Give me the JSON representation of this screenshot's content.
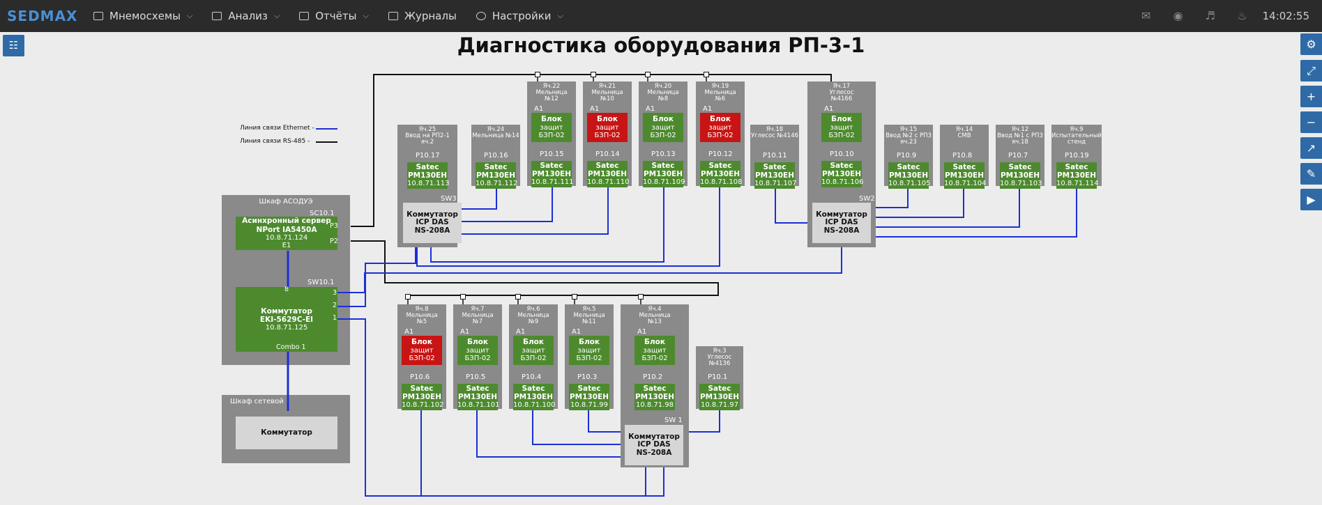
{
  "app": {
    "logo": "SEDMAX",
    "time": "14:02:55"
  },
  "menu": [
    "Мнемосхемы",
    "Анализ",
    "Отчёты",
    "Журналы",
    "Настройки"
  ],
  "title": "Диагностика оборудования РП-3-1",
  "legend": {
    "ethernet": "Линия связи Ethernet -",
    "rs485": "Линия связи RS-485 -"
  },
  "asodue": {
    "title": "Шкаф АСОДУЭ",
    "sc": "SC10.1",
    "server1": "Асинхронный сервер",
    "server2": "NPort IA5450A",
    "server_ip": "10.8.71.124",
    "e1": "E1",
    "p3": "P3",
    "p2": "P2",
    "sw": "SW10.1",
    "sw_name1": "Коммутатор",
    "sw_name2": "EKI-5629C-EI",
    "sw_ip": "10.8.71.125",
    "combo": "Combo 1",
    "p8": "8",
    "p3b": "3",
    "p2b": "2",
    "p1b": "1"
  },
  "net": {
    "title": "Шкаф сетевой",
    "sw": "Коммутатор"
  },
  "sw_label": {
    "line1": "Коммутатор",
    "line2": "ICP DAS",
    "line3": "NS-208A"
  },
  "blk": {
    "l1": "Блок",
    "l2": "защит",
    "l3": "БЗП-02",
    "a1": "A1"
  },
  "satec": {
    "l1": "Satec",
    "l2": "PM130EH"
  },
  "switches": [
    {
      "id": "SW3"
    },
    {
      "id": "SW2"
    },
    {
      "id": "SW 1"
    }
  ],
  "cells": [
    {
      "name": "Яч.25\nВвод на РП2-1\nяч.2",
      "p": "P10.17",
      "ip": "10.8.71.113"
    },
    {
      "name": "Яч.24\nМельница №14",
      "p": "P10.16",
      "ip": "10.8.71.112"
    },
    {
      "name": "Яч.22\nМельница\n№12",
      "p": "P10.15",
      "ip": "10.8.71.111"
    },
    {
      "name": "Яч.21\nМельница\n№10",
      "p": "P10.14",
      "ip": "10.8.71.110"
    },
    {
      "name": "Яч.20\nМельница\n№8",
      "p": "P10.13",
      "ip": "10.8.71.109"
    },
    {
      "name": "Яч.19\nМельница\n№6",
      "p": "P10.12",
      "ip": "10.8.71.108"
    },
    {
      "name": "Яч.18\nУглесос №4146",
      "p": "P10.11",
      "ip": "10.8.71.107"
    },
    {
      "name": "Яч.17\nУглесос\n№4166",
      "p": "P10.10",
      "ip": "10.8.71.106"
    },
    {
      "name": "Яч.15\nВвод №2 с РП3\nяч.23",
      "p": "P10.9",
      "ip": "10.8.71.105"
    },
    {
      "name": "Яч.14\nСМВ",
      "p": "P10.8",
      "ip": "10.8.71.104"
    },
    {
      "name": "Яч.12\nВвод №1 с РП3\nяч.18",
      "p": "P10.7",
      "ip": "10.8.71.103"
    },
    {
      "name": "Яч.9\nИспытательный\nстенд",
      "p": "P10.19",
      "ip": "10.8.71.114"
    },
    {
      "name": "Яч.8\nМельница\n№5",
      "p": "P10.6",
      "ip": "10.8.71.102"
    },
    {
      "name": "Яч.7\nМельница\n№7",
      "p": "P10.5",
      "ip": "10.8.71.101"
    },
    {
      "name": "Яч.6\nМельница\n№9",
      "p": "P10.4",
      "ip": "10.8.71.100"
    },
    {
      "name": "Яч.5\nМельница\n№11",
      "p": "P10.3",
      "ip": "10.8.71.99"
    },
    {
      "name": "Яч.4\nМельница\n№13",
      "p": "P10.2",
      "ip": "10.8.71.98"
    },
    {
      "name": "Яч.3\nУглесос №4136",
      "p": "P10.1",
      "ip": "10.8.71.97"
    }
  ]
}
